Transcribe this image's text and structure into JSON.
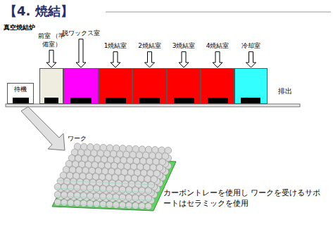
{
  "diagram": {
    "title": "【4. 焼結】",
    "nodes": [
      {
        "text": [
          "待機"
        ]
      },
      {
        "text": [
          "前室 （準備室）"
        ]
      },
      {
        "text": [
          "脱ワックス室"
        ]
      },
      {
        "text": [
          "1焼結室"
        ]
      },
      {
        "text": [
          "2焼結室"
        ]
      },
      {
        "text": [
          "3焼結室"
        ]
      },
      {
        "text": [
          "4焼結室"
        ]
      },
      {
        "text": [
          "冷却室"
        ]
      }
    ],
    "labels": [
      "真空焼結炉",
      "排出",
      "ワーク",
      "カーボントレーを使用し ワークを受けるサポートはセラミックを使用"
    ]
  }
}
